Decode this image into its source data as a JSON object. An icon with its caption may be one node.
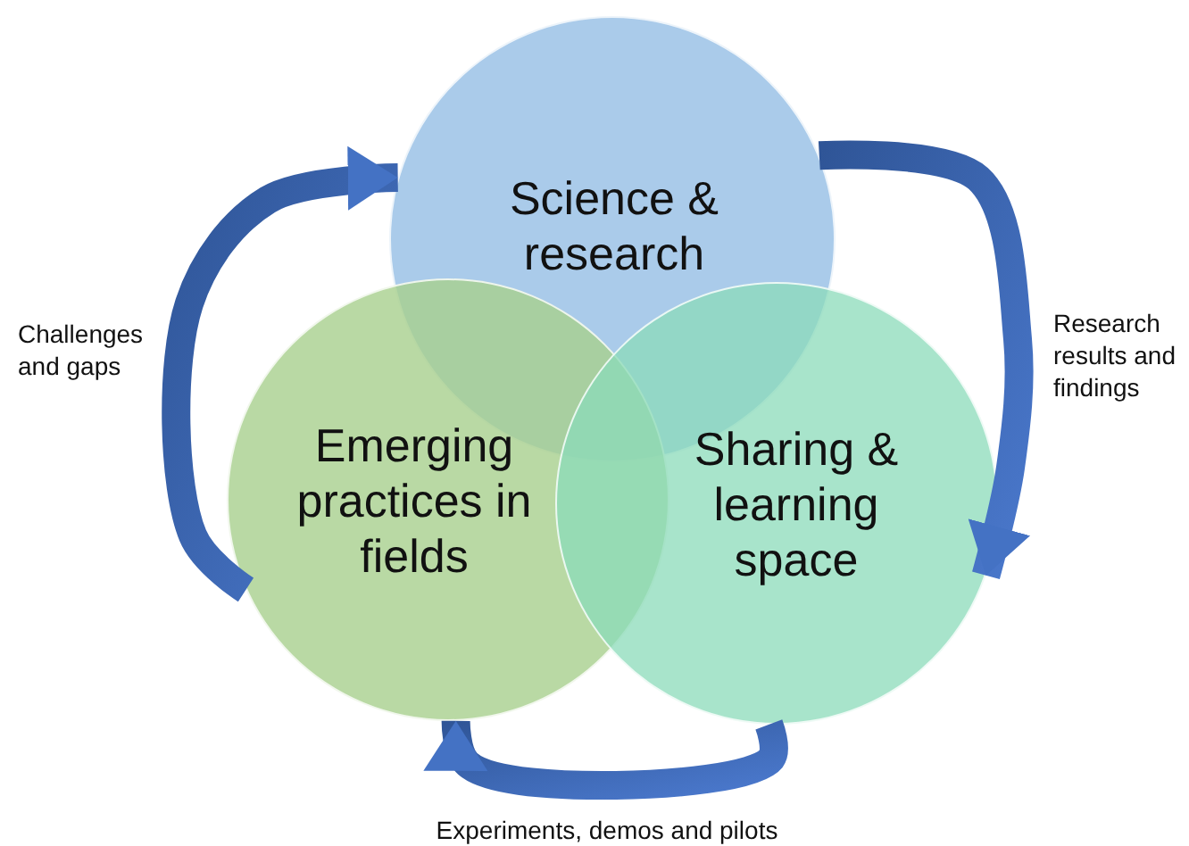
{
  "diagram": {
    "nodes": [
      {
        "text": [
          "Science & research"
        ]
      },
      {
        "text": [
          "Emerging practices in fields"
        ]
      },
      {
        "text": [
          "Sharing & learning space"
        ]
      }
    ],
    "edges": [
      {
        "from": 1,
        "to": 0,
        "arrow": "to",
        "label": "Challenges and gaps"
      },
      {
        "from": 0,
        "to": 2,
        "arrow": "to",
        "label": "Research results and findings"
      },
      {
        "from": 2,
        "to": 1,
        "arrow": "to",
        "label": "Experiments, demos and pilots"
      }
    ]
  }
}
